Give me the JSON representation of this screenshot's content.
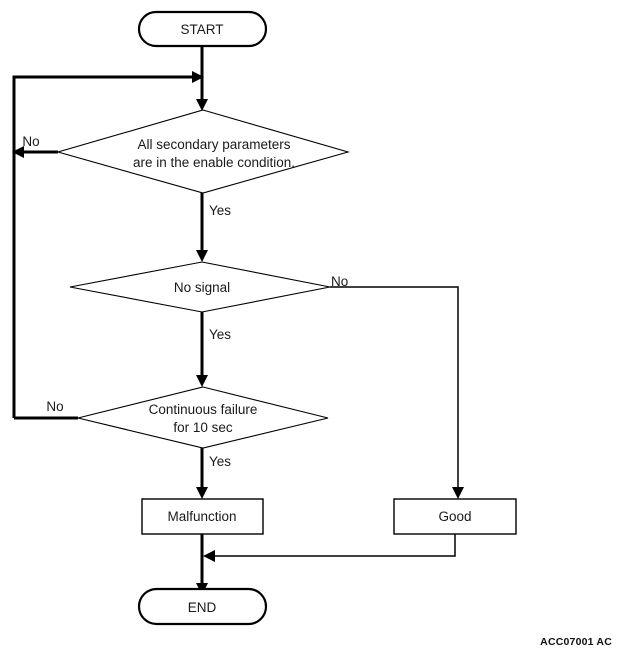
{
  "diagram": {
    "type": "flowchart",
    "caption": "ACC07001 AC",
    "nodes": {
      "start": {
        "label": "START",
        "shape": "terminal"
      },
      "decision_secondary": {
        "label_line1": "All secondary parameters",
        "label_line2": "are in the enable condition.",
        "shape": "decision"
      },
      "decision_no_signal": {
        "label": "No signal",
        "shape": "decision"
      },
      "decision_continuous": {
        "label_line1": "Continuous failure",
        "label_line2": "for 10 sec",
        "shape": "decision"
      },
      "malfunction": {
        "label": "Malfunction",
        "shape": "process"
      },
      "good": {
        "label": "Good",
        "shape": "process"
      },
      "end": {
        "label": "END",
        "shape": "terminal"
      }
    },
    "edge_labels": {
      "secondary_no": "No",
      "secondary_yes": "Yes",
      "no_signal_no": "No",
      "no_signal_yes": "Yes",
      "continuous_no": "No",
      "continuous_yes": "Yes"
    },
    "colors": {
      "line": "#000000",
      "text": "#1a1a1a",
      "background": "#ffffff"
    }
  }
}
